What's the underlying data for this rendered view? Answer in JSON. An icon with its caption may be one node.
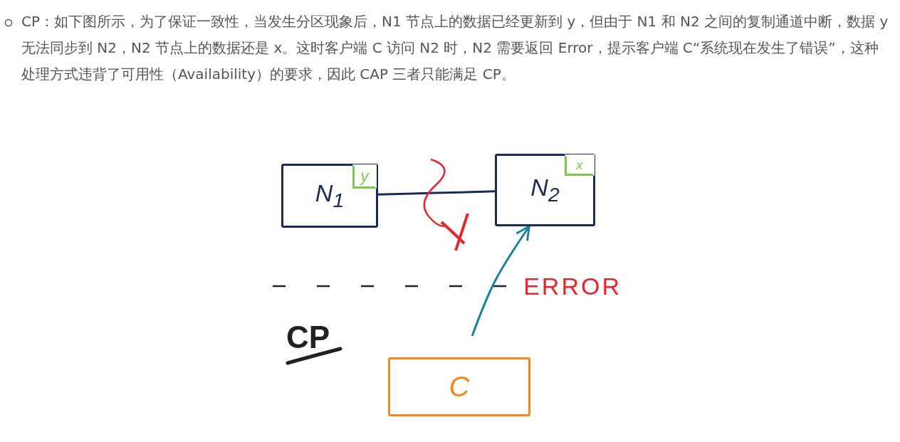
{
  "diagram": {
    "nodes": [
      {
        "text": [
          "N$_{1}$"
        ]
      },
      {
        "text": [
          "y"
        ],
        "in": 0
      },
      {
        "text": [
          "N$_{2}$"
        ]
      },
      {
        "text": [
          "x"
        ],
        "in": 2
      },
      {
        "text": [
          "C"
        ]
      }
    ],
    "edges": [
      {
        "from": 0,
        "to": 2,
        "arrow": "none"
      },
      {
        "from": 4,
        "to": 2,
        "arrow": "to",
        "label": "ERROR",
        "color": "#1b7fa0"
      }
    ],
    "labels": [
      "CP：如下图所示，为了保证一致性，当发生分区现象后，N1 节点上的数据已经更新到 y，但由于 N1 和 N2 之间的复制通道中断，数据 y 无法同步到 N2，N2 节点上的数据还是 x。这时客户端 C 访问 N2 时，N2 需要返回 Error，提示客户端 C“系统现在发生了错误”，这种处理方式违背了可用性（Availability）的要求，因此 CAP 三者只能满足 CP。",
      "CP"
    ]
  }
}
